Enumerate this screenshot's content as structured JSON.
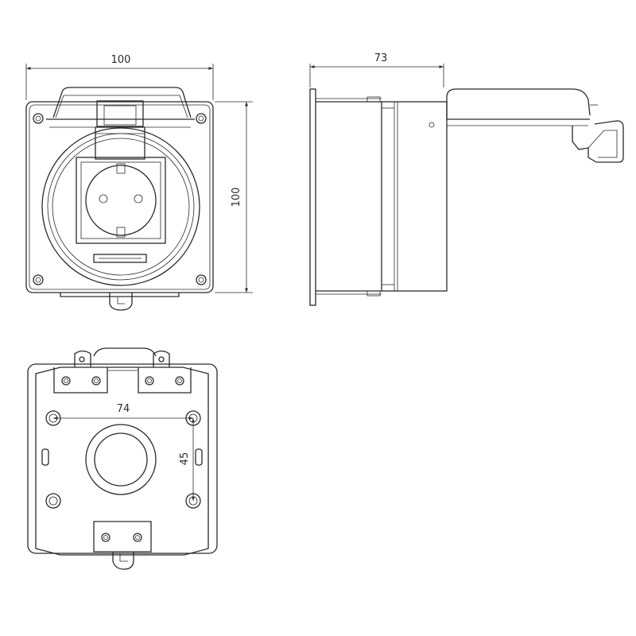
{
  "diagram": {
    "front_view": {
      "width_label": "100",
      "height_label": "100"
    },
    "side_view": {
      "depth_label": "73"
    },
    "rear_view": {
      "hole_spacing_h_label": "74",
      "hole_spacing_v_label": "45"
    }
  }
}
